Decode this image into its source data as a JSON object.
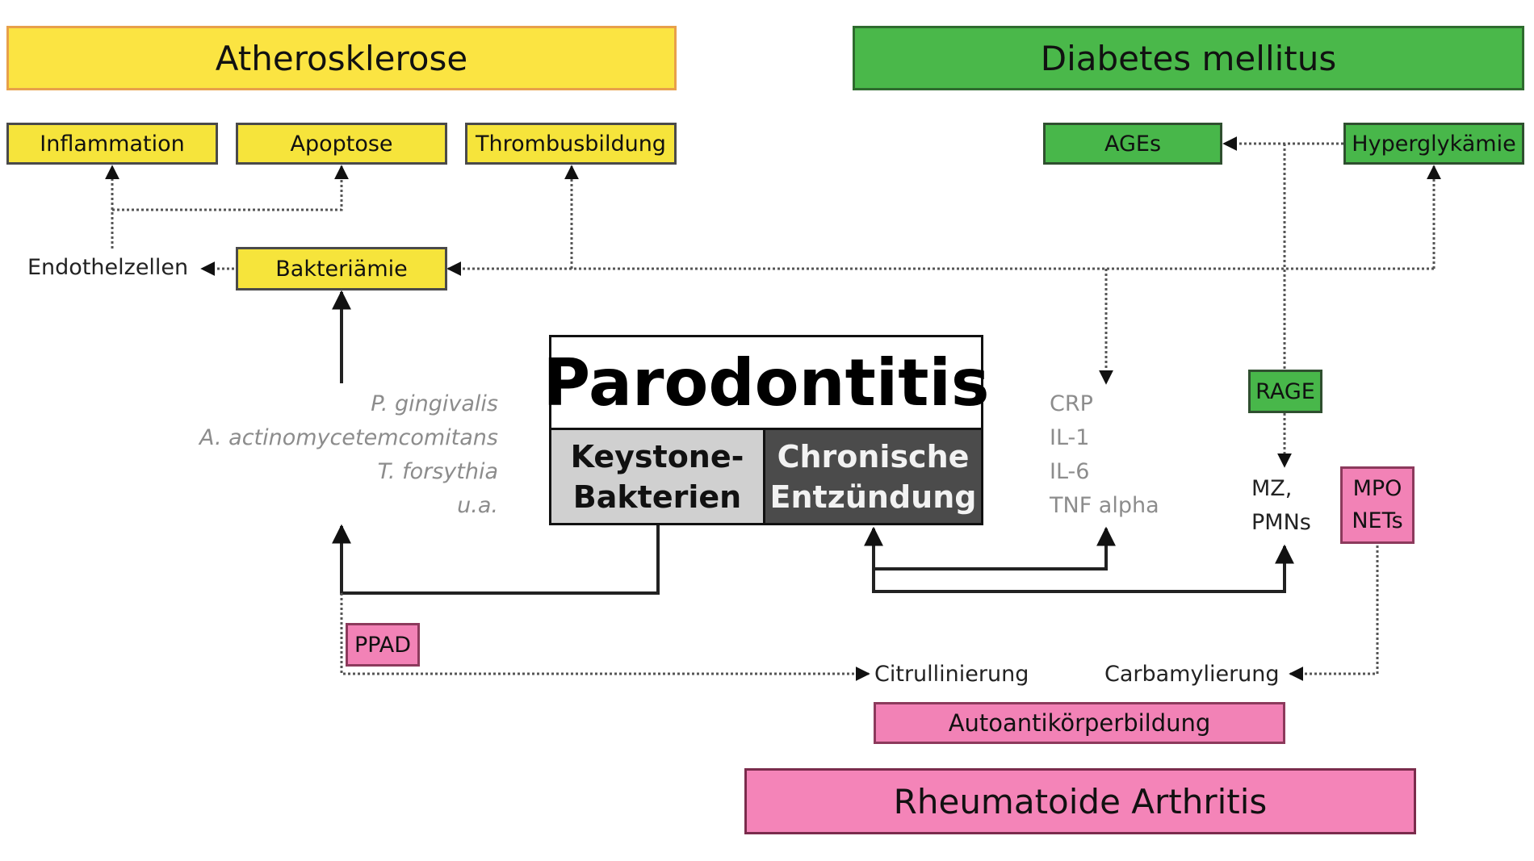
{
  "diseases": {
    "atherosklerose": "Atherosklerose",
    "diabetes": "Diabetes mellitus",
    "rheuma": "Rheumatoide Arthritis"
  },
  "athero_items": {
    "inflammation": "Inflammation",
    "apoptose": "Apoptose",
    "thrombus": "Thrombusbildung",
    "endothelzellen": "Endothelzellen",
    "bakteriaemie": "Bakteriämie"
  },
  "diabetes_items": {
    "ages": "AGEs",
    "hyperglykaemie": "Hyperglykämie",
    "rage": "RAGE",
    "mz": "MZ,",
    "pmns": "PMNs"
  },
  "center": {
    "title": "Parodontitis",
    "left_line1": "Keystone-",
    "left_line2": "Bakterien",
    "right_line1": "Chronische",
    "right_line2": "Entzündung"
  },
  "bacteria": [
    "P. gingivalis",
    "A. actinomycetemcomitans",
    "T. forsythia",
    "u.a."
  ],
  "cytokines": [
    "CRP",
    "IL-1",
    "IL-6",
    "TNF alpha"
  ],
  "ra_items": {
    "mpo": "MPO",
    "nets": "NETs",
    "ppad": "PPAD",
    "citrullinierung": "Citrullinierung",
    "carbamylierung": "Carbamylierung",
    "autoantikoerper": "Autoantikörperbildung"
  },
  "colors": {
    "yellow": "#f6e43b",
    "green": "#48b74a",
    "pink": "#f282b6",
    "keystone_bg": "#d0d0d0",
    "entzuendung_bg": "#4b4b4b"
  }
}
